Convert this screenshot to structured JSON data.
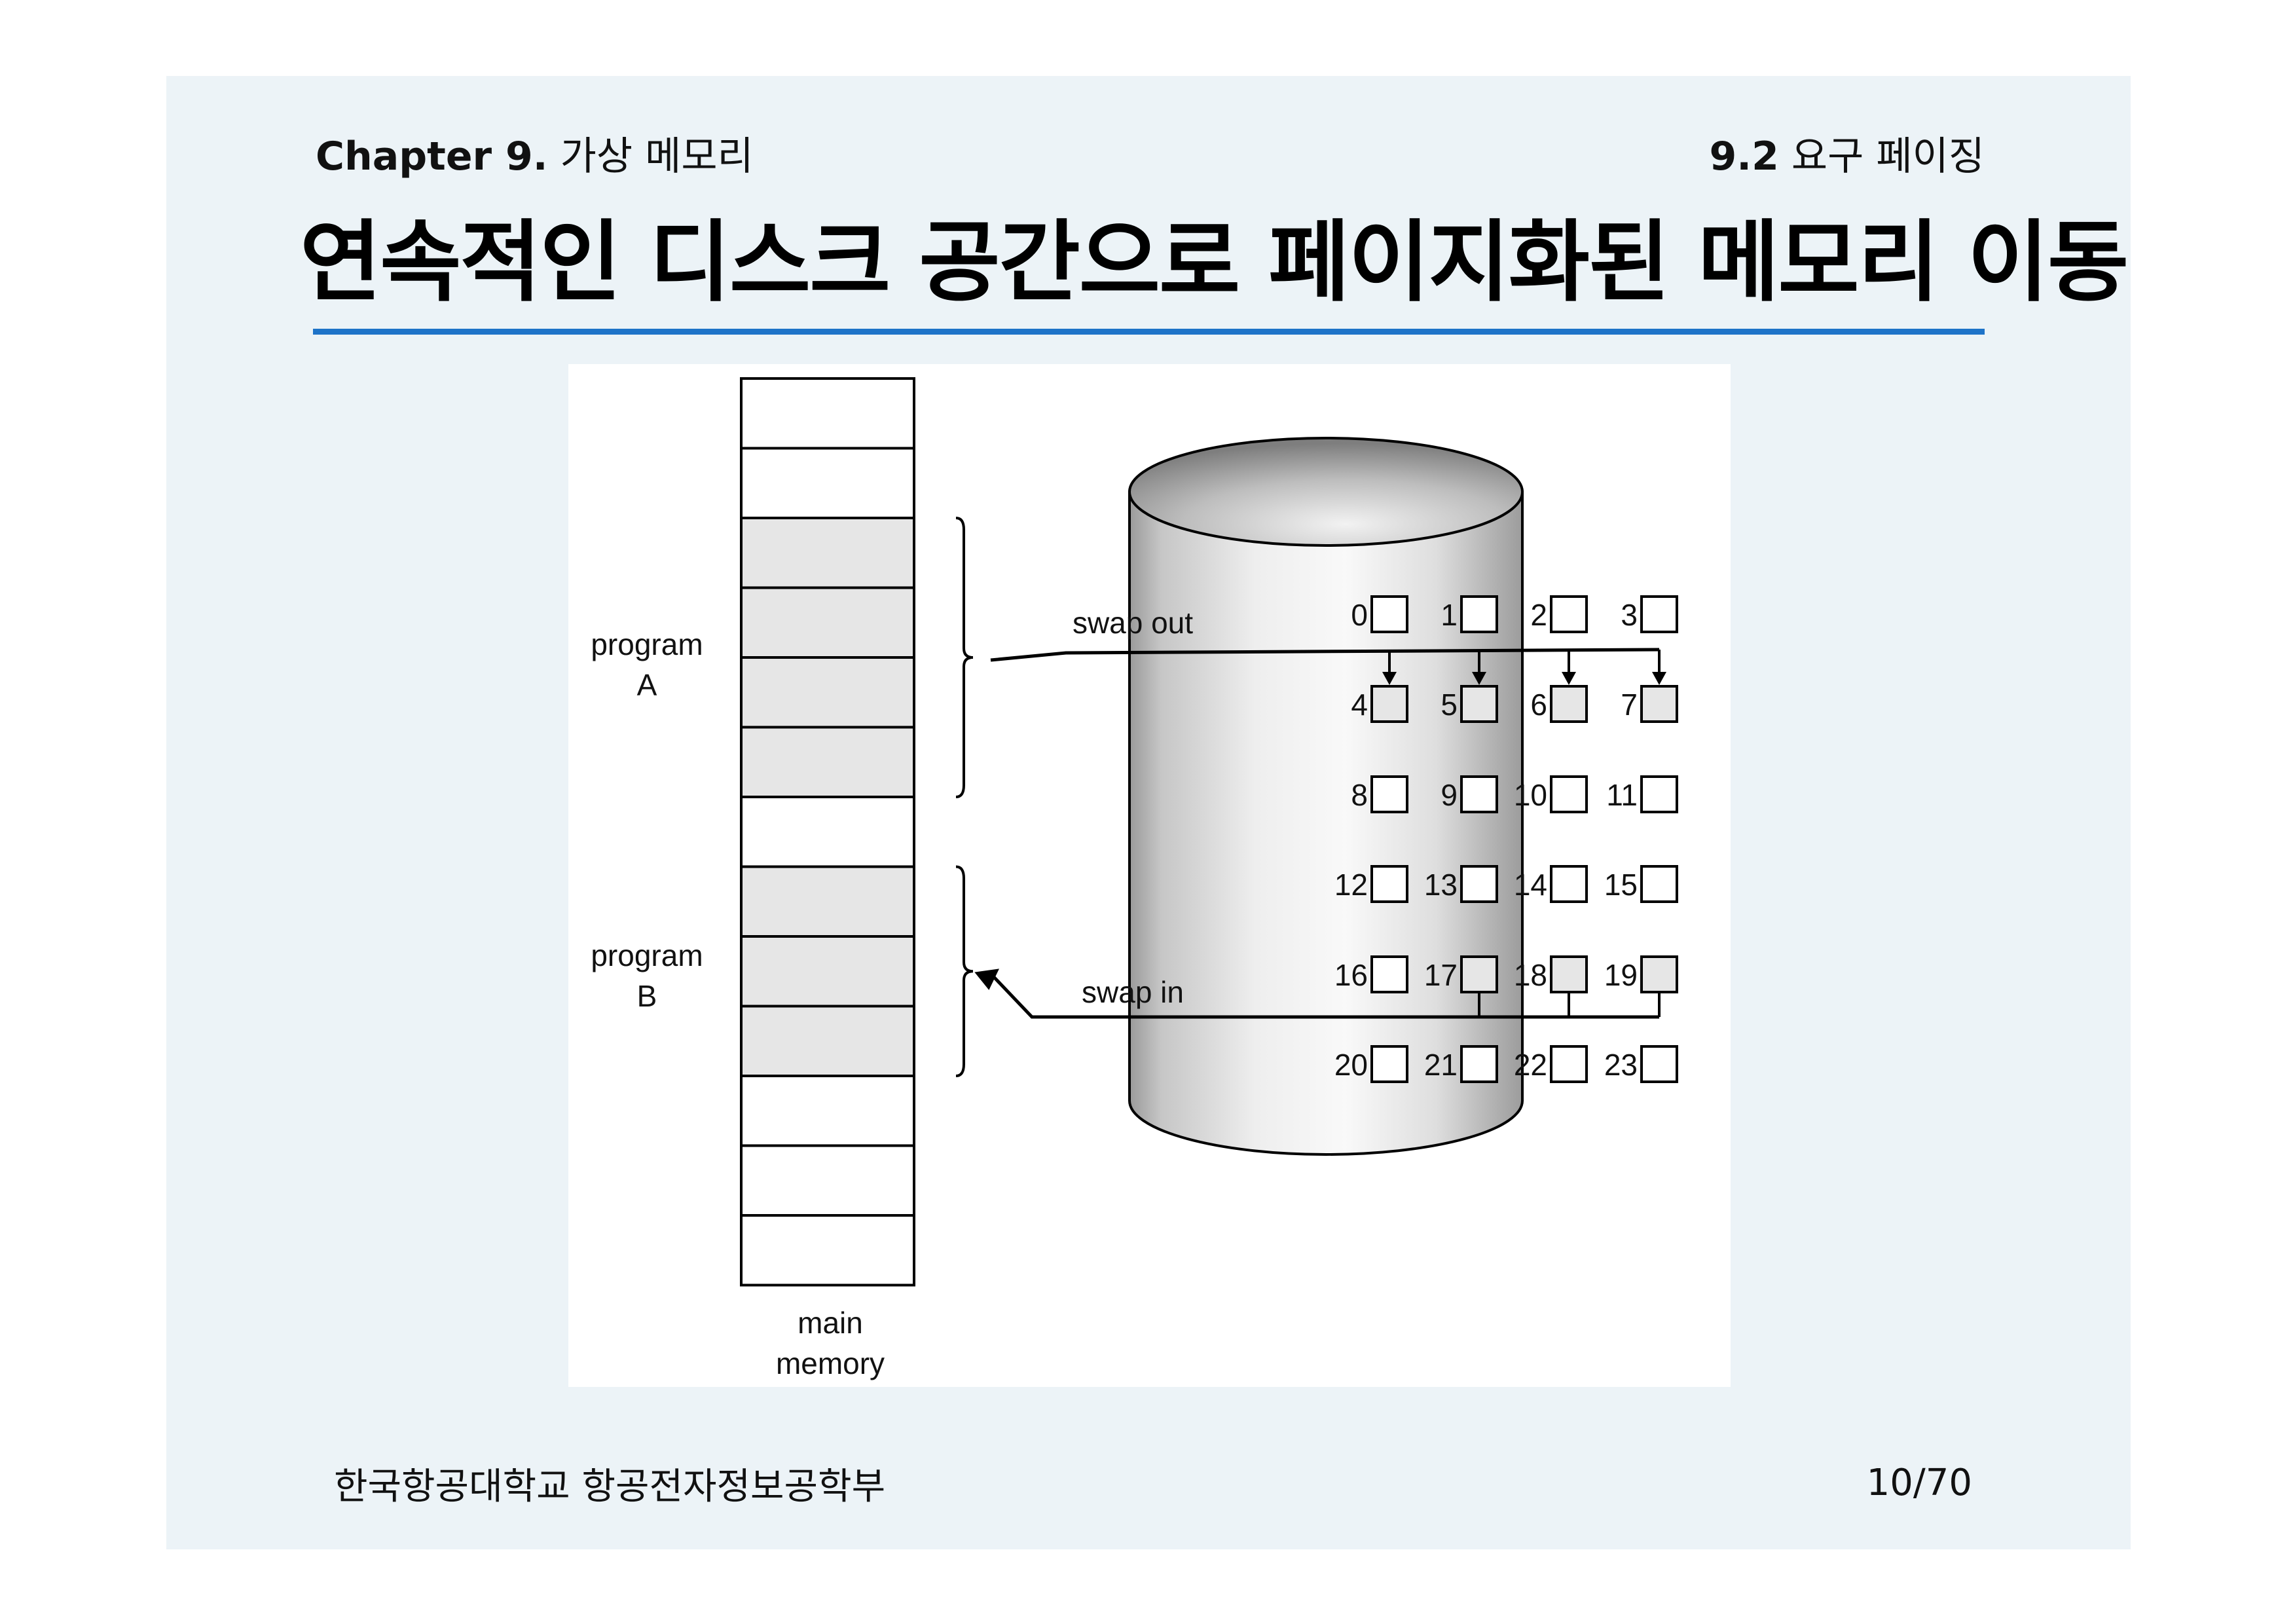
{
  "header": {
    "chapter_label": "Chapter 9.",
    "chapter_title": "가상 메모리",
    "section_number": "9.2",
    "section_title": "요구 페이징"
  },
  "title": "연속적인 디스크 공간으로 페이지화된 메모리 이동",
  "figure": {
    "program_a_label": [
      "program",
      "A"
    ],
    "program_b_label": [
      "program",
      "B"
    ],
    "main_memory_label": [
      "main",
      "memory"
    ],
    "swap_out_label": "swap out",
    "swap_in_label": "swap in",
    "memory_frames": 13,
    "memory_shaded_frames": [
      2,
      3,
      4,
      5,
      7,
      8,
      9
    ],
    "disk_blocks": [
      "0",
      "1",
      "2",
      "3",
      "4",
      "5",
      "6",
      "7",
      "8",
      "9",
      "10",
      "11",
      "12",
      "13",
      "14",
      "15",
      "16",
      "17",
      "18",
      "19",
      "20",
      "21",
      "22",
      "23"
    ],
    "disk_shaded_blocks": [
      4,
      5,
      6,
      7,
      17,
      18,
      19
    ],
    "swap_out_targets": [
      4,
      5,
      6,
      7
    ],
    "swap_in_sources": [
      17,
      18,
      19
    ]
  },
  "footer": {
    "department": "한국항공대학교 항공전자정보공학부",
    "page": "10/70"
  },
  "colors": {
    "slide_background": "#ecf3f7",
    "rule": "#1e73c8",
    "frame_shade": "#e6e6e6"
  }
}
